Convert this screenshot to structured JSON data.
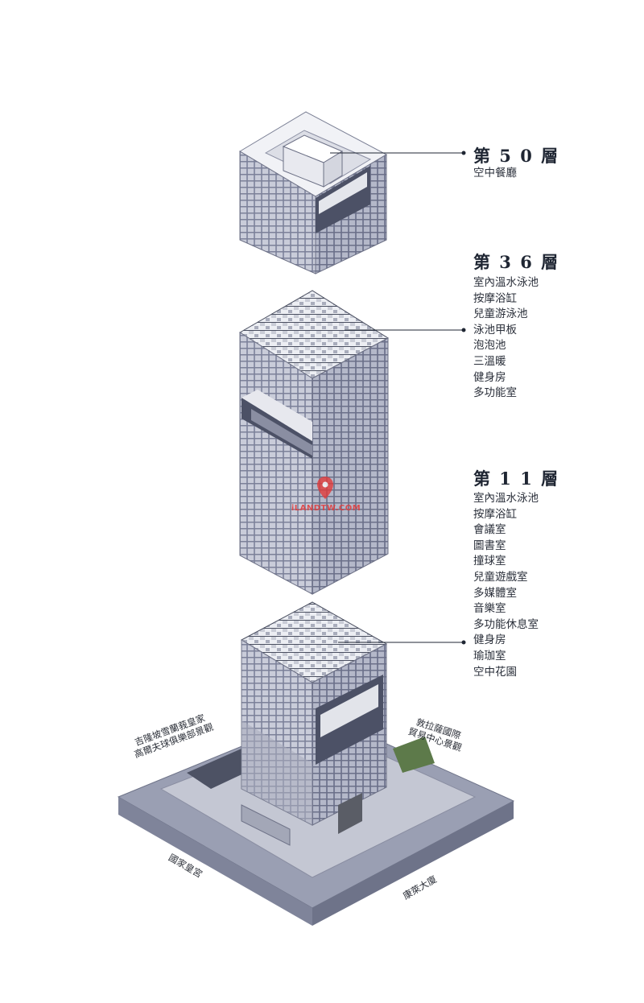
{
  "floors": [
    {
      "title": "第 5 0 層",
      "items": [
        "空中餐廳"
      ]
    },
    {
      "title": "第 3 6 層",
      "items": [
        "室內溫水泳池",
        "按摩浴缸",
        "兒童游泳池",
        "泳池甲板",
        "泡泡池",
        "三溫暖",
        "健身房",
        "多功能室"
      ]
    },
    {
      "title": "第 1 1 層",
      "items": [
        "室內溫水泳池",
        "按摩浴缸",
        "會議室",
        "圖書室",
        "撞球室",
        "兒童遊戲室",
        "多媒體室",
        "音樂室",
        "多功能休息室",
        "健身房",
        "瑜珈室",
        "空中花園"
      ]
    }
  ],
  "site_labels": {
    "golf_view_line1": "吉隆坡雪蘭莪皇家",
    "golf_view_line2": "高爾夫球俱樂部景觀",
    "trade_view_line1": "敦拉薩國際",
    "trade_view_line2": "貿易中心景觀",
    "palace_road": "國家皇宮",
    "building_road": "康萊大廈"
  },
  "watermark": "iLANDTW.COM",
  "colors": {
    "facade_light": "#d7dae5",
    "facade_dark": "#9aa0b8",
    "grid_line": "#6f7590",
    "roof": "#eeeff4",
    "leader_line": "#1f2633"
  }
}
